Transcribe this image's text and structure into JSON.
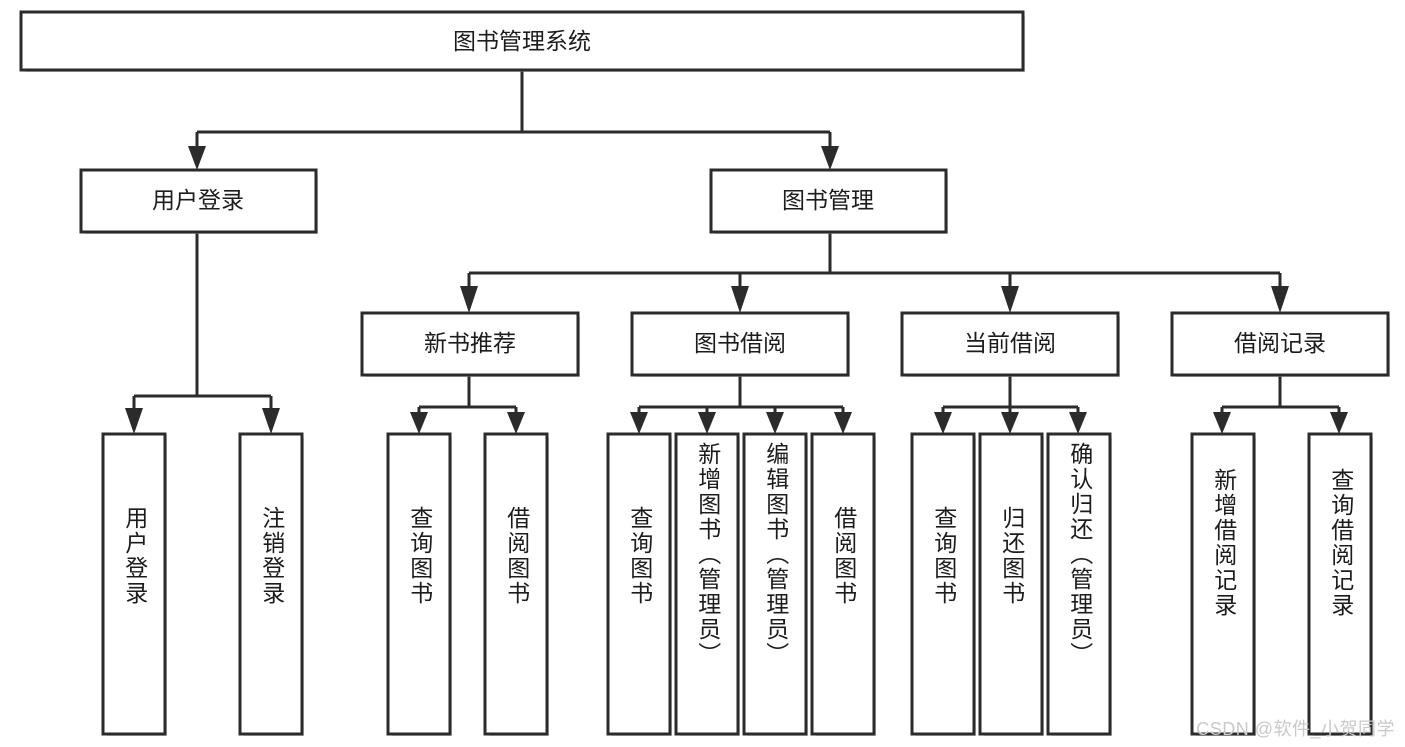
{
  "diagram": {
    "type": "tree-hierarchy",
    "title": "图书管理系统",
    "watermark": "CSDN @软件_小贺同学",
    "colors": {
      "stroke": "#2b2b2b",
      "fill": "#ffffff",
      "text": "#1c1c1c",
      "shadow": "#b9b9b9",
      "watermark": "#c9c9c9"
    },
    "levels": {
      "root": {
        "label": "图书管理系统"
      },
      "level2": [
        {
          "label": "用户登录"
        },
        {
          "label": "图书管理"
        }
      ],
      "level3": [
        {
          "label": "新书推荐"
        },
        {
          "label": "图书借阅"
        },
        {
          "label": "当前借阅"
        },
        {
          "label": "借阅记录"
        }
      ]
    },
    "nodes": {
      "root": {
        "label": "图书管理系统",
        "orient": "horizontal"
      },
      "user_login": {
        "label": "用户登录",
        "orient": "horizontal"
      },
      "book_manage": {
        "label": "图书管理",
        "orient": "horizontal"
      },
      "new_book_rec": {
        "label": "新书推荐",
        "orient": "horizontal"
      },
      "book_borrow": {
        "label": "图书借阅",
        "orient": "horizontal"
      },
      "current_borrow": {
        "label": "当前借阅",
        "orient": "horizontal"
      },
      "borrow_record": {
        "label": "借阅记录",
        "orient": "horizontal"
      },
      "leaf_user_login": {
        "label": "用户登录",
        "orient": "vertical"
      },
      "leaf_logout": {
        "label": "注销登录",
        "orient": "vertical"
      },
      "leaf_query_book_1": {
        "label": "查询图书",
        "orient": "vertical"
      },
      "leaf_borrow_book_1": {
        "label": "借阅图书",
        "orient": "vertical"
      },
      "leaf_query_book_2": {
        "label": "查询图书",
        "orient": "vertical"
      },
      "leaf_add_book": {
        "label": "新增图书（管理员）",
        "orient": "vertical"
      },
      "leaf_edit_book": {
        "label": "编辑图书（管理员）",
        "orient": "vertical"
      },
      "leaf_borrow_book_2": {
        "label": "借阅图书",
        "orient": "vertical"
      },
      "leaf_query_book_3": {
        "label": "查询图书",
        "orient": "vertical"
      },
      "leaf_return_book": {
        "label": "归还图书",
        "orient": "vertical"
      },
      "leaf_confirm_return": {
        "label": "确认归还（管理员）",
        "orient": "vertical"
      },
      "leaf_add_record": {
        "label": "新增借阅记录",
        "orient": "vertical"
      },
      "leaf_query_record": {
        "label": "查询借阅记录",
        "orient": "vertical"
      }
    },
    "edges": [
      {
        "from": "root",
        "to": "user_login"
      },
      {
        "from": "root",
        "to": "book_manage"
      },
      {
        "from": "user_login",
        "to": "leaf_user_login"
      },
      {
        "from": "user_login",
        "to": "leaf_logout"
      },
      {
        "from": "book_manage",
        "to": "new_book_rec"
      },
      {
        "from": "book_manage",
        "to": "book_borrow"
      },
      {
        "from": "book_manage",
        "to": "current_borrow"
      },
      {
        "from": "book_manage",
        "to": "borrow_record"
      },
      {
        "from": "new_book_rec",
        "to": "leaf_query_book_1"
      },
      {
        "from": "new_book_rec",
        "to": "leaf_borrow_book_1"
      },
      {
        "from": "book_borrow",
        "to": "leaf_query_book_2"
      },
      {
        "from": "book_borrow",
        "to": "leaf_add_book"
      },
      {
        "from": "book_borrow",
        "to": "leaf_edit_book"
      },
      {
        "from": "book_borrow",
        "to": "leaf_borrow_book_2"
      },
      {
        "from": "current_borrow",
        "to": "leaf_query_book_3"
      },
      {
        "from": "current_borrow",
        "to": "leaf_return_book"
      },
      {
        "from": "current_borrow",
        "to": "leaf_confirm_return"
      },
      {
        "from": "borrow_record",
        "to": "leaf_add_record"
      },
      {
        "from": "borrow_record",
        "to": "leaf_query_record"
      }
    ]
  }
}
